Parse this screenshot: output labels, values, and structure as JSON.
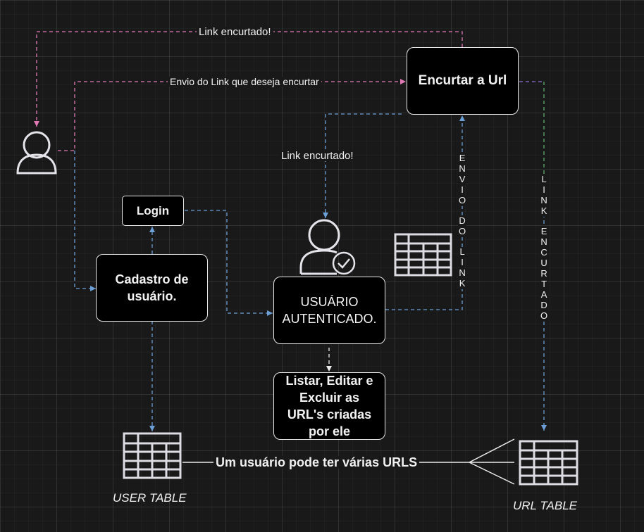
{
  "nodes": {
    "encurtar": "Encurtar a Url",
    "login": "Login",
    "cadastro": "Cadastro de\nusuário.",
    "autenticado": "USUÁRIO\nAUTENTICADO.",
    "listar": "Listar, Editar e\nExcluir as\nURL's criadas\npor ele"
  },
  "edge_labels": {
    "link_encurtado_top": "Link encurtado!",
    "envio_link": "Envio do Link que deseja encurtar",
    "link_encurtado_mid": "Link encurtado!",
    "relationship": "Um usuário pode ter várias URLS"
  },
  "vertical_labels": {
    "envio_do_link": [
      "E",
      "N",
      "V",
      "I",
      "O",
      "",
      "D",
      "O",
      "",
      "L",
      "I",
      "N",
      "K"
    ],
    "link_encurtado": [
      "L",
      "I",
      "N",
      "K",
      "",
      "E",
      "N",
      "C",
      "U",
      "R",
      "T",
      "A",
      "D",
      "O"
    ]
  },
  "tables": {
    "user_table": "USER TABLE",
    "url_table": "URL TABLE"
  },
  "colors": {
    "pink_edge": "#e07ab4",
    "blue_edge": "#6c9fd6",
    "green_edge": "#5fae6a",
    "white_edge": "#ececec",
    "icon": "#e4e4ea",
    "table_icon": "#dcdce2"
  },
  "icons": [
    "user-icon",
    "user-check-icon",
    "table-icon"
  ]
}
